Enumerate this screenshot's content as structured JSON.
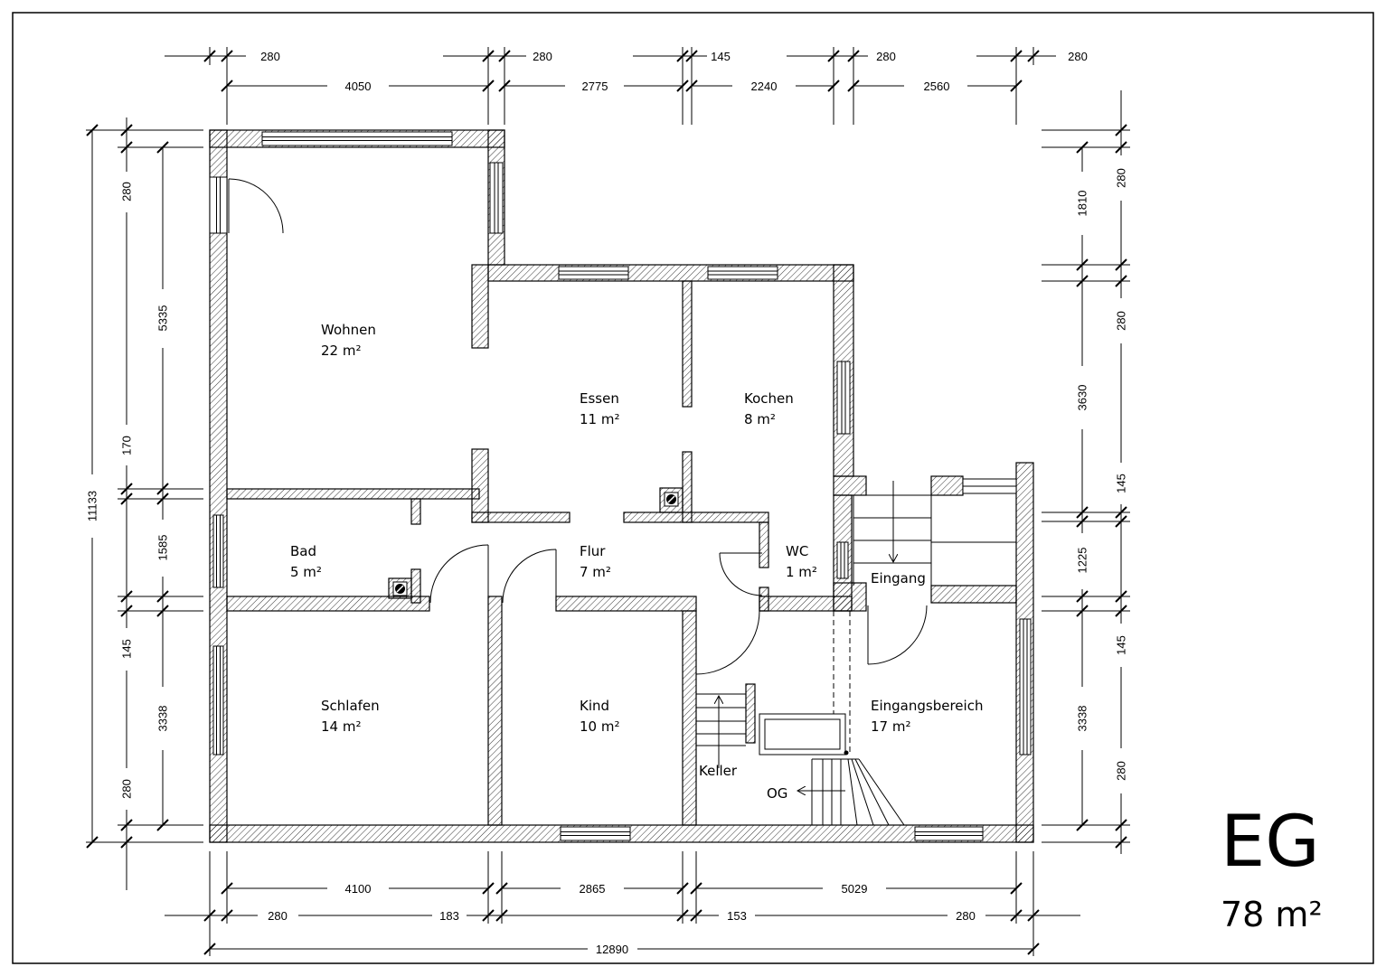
{
  "plan": {
    "level": "EG",
    "area": "78 m²"
  },
  "rooms": {
    "wohnen": {
      "name": "Wohnen",
      "area": "22 m²"
    },
    "essen": {
      "name": "Essen",
      "area": "11 m²"
    },
    "kochen": {
      "name": "Kochen",
      "area": "8 m²"
    },
    "bad": {
      "name": "Bad",
      "area": "5 m²"
    },
    "flur": {
      "name": "Flur",
      "area": "7 m²"
    },
    "wc": {
      "name": "WC",
      "area": "1 m²"
    },
    "schlafen": {
      "name": "Schlafen",
      "area": "14 m²"
    },
    "kind": {
      "name": "Kind",
      "area": "10 m²"
    },
    "eingangsbereich": {
      "name": "Eingangsbereich",
      "area": "17 m²"
    }
  },
  "labels": {
    "eingang": "Eingang",
    "keller": "Keller",
    "og": "OG"
  },
  "dimensions": {
    "top_walls": [
      "280",
      "280",
      "145",
      "280",
      "280"
    ],
    "top_rooms": [
      "4050",
      "2775",
      "2240",
      "2560"
    ],
    "left_total": "11133",
    "left_walls": [
      "280",
      "170",
      "145",
      "280"
    ],
    "left_rooms": [
      "5335",
      "1585",
      "3338"
    ],
    "right_rooms": [
      "1810",
      "3630",
      "1225",
      "3338"
    ],
    "right_walls": [
      "280",
      "280",
      "145",
      "145",
      "280"
    ],
    "bottom_rooms": [
      "4100",
      "2865",
      "5029"
    ],
    "bottom_walls": [
      "280",
      "183",
      "153",
      "280"
    ],
    "bottom_total": "12890"
  }
}
